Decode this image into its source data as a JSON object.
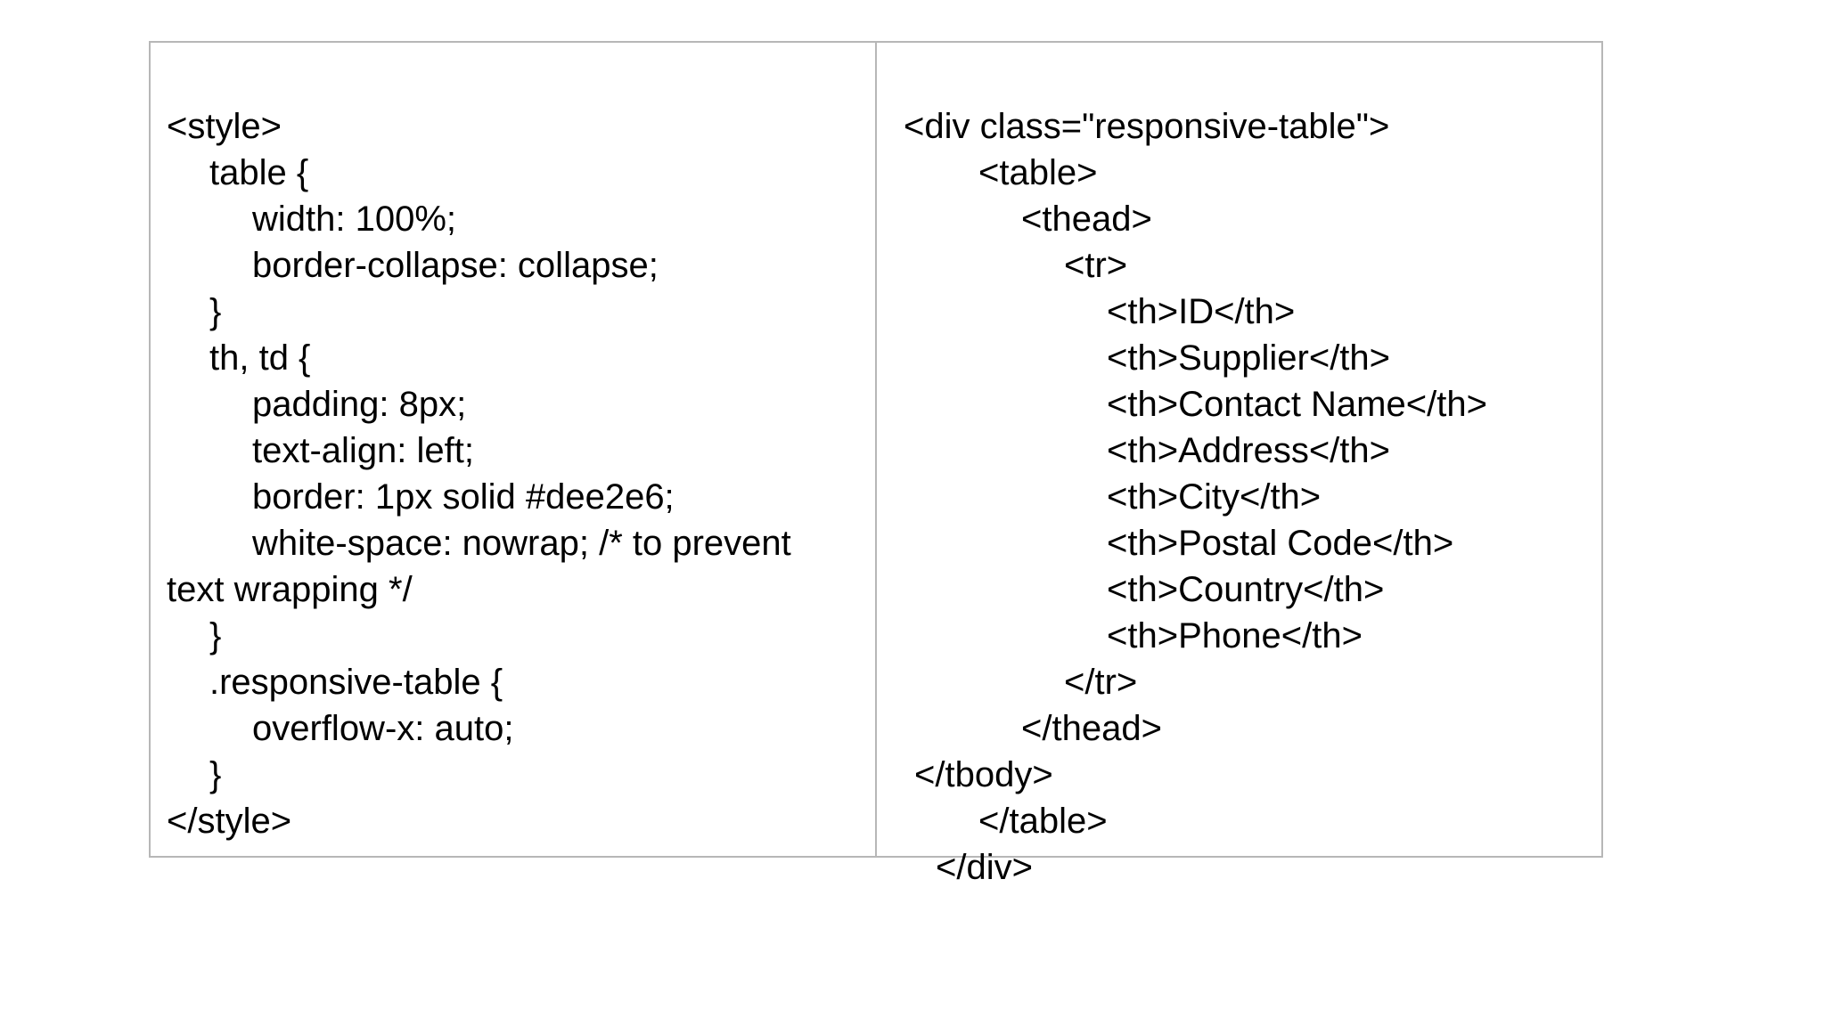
{
  "document": {
    "left_cell": {
      "lines": [
        "<style>",
        "table {",
        "width: 100%;",
        "border-collapse: collapse;",
        "}",
        "th, td {",
        "padding: 8px;",
        "text-align: left;",
        "border: 1px solid #dee2e6;",
        "white-space: nowrap; /* to prevent",
        "text wrapping */",
        "}",
        ".responsive-table {",
        "overflow-x: auto;",
        "}",
        "</style>"
      ]
    },
    "right_cell": {
      "lines": [
        "<div class=\"responsive-table\">",
        "<table>",
        "<thead>",
        "<tr>",
        "<th>ID</th>",
        "<th>Supplier</th>",
        "<th>Contact Name</th>",
        "<th>Address</th>",
        "<th>City</th>",
        "<th>Postal Code</th>",
        "<th>Country</th>",
        "<th>Phone</th>",
        "</tr>",
        "</thead>",
        "</tbody>",
        "</table>",
        "</div>"
      ]
    },
    "colors": {
      "border": "#b7b7b7",
      "text": "#000000",
      "background": "#ffffff"
    }
  }
}
